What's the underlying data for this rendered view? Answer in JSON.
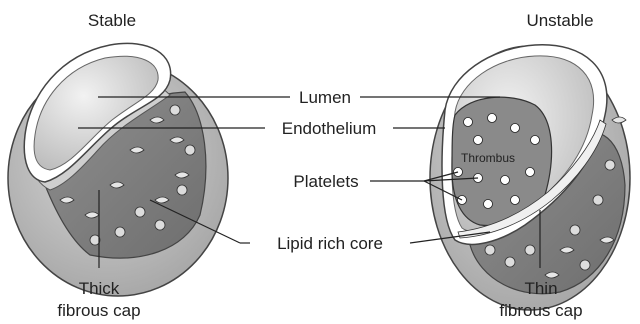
{
  "panels": {
    "left_title": "Stable",
    "right_title": "Unstable"
  },
  "labels": {
    "lumen": "Lumen",
    "endothelium": "Endothelium",
    "platelets": "Platelets",
    "lipid_core": "Lipid rich core",
    "thrombus": "Thrombus",
    "thick_cap_line1": "Thick",
    "thick_cap_line2": "fibrous cap",
    "thin_cap_line1": "Thin",
    "thin_cap_line2": "fibrous cap"
  }
}
